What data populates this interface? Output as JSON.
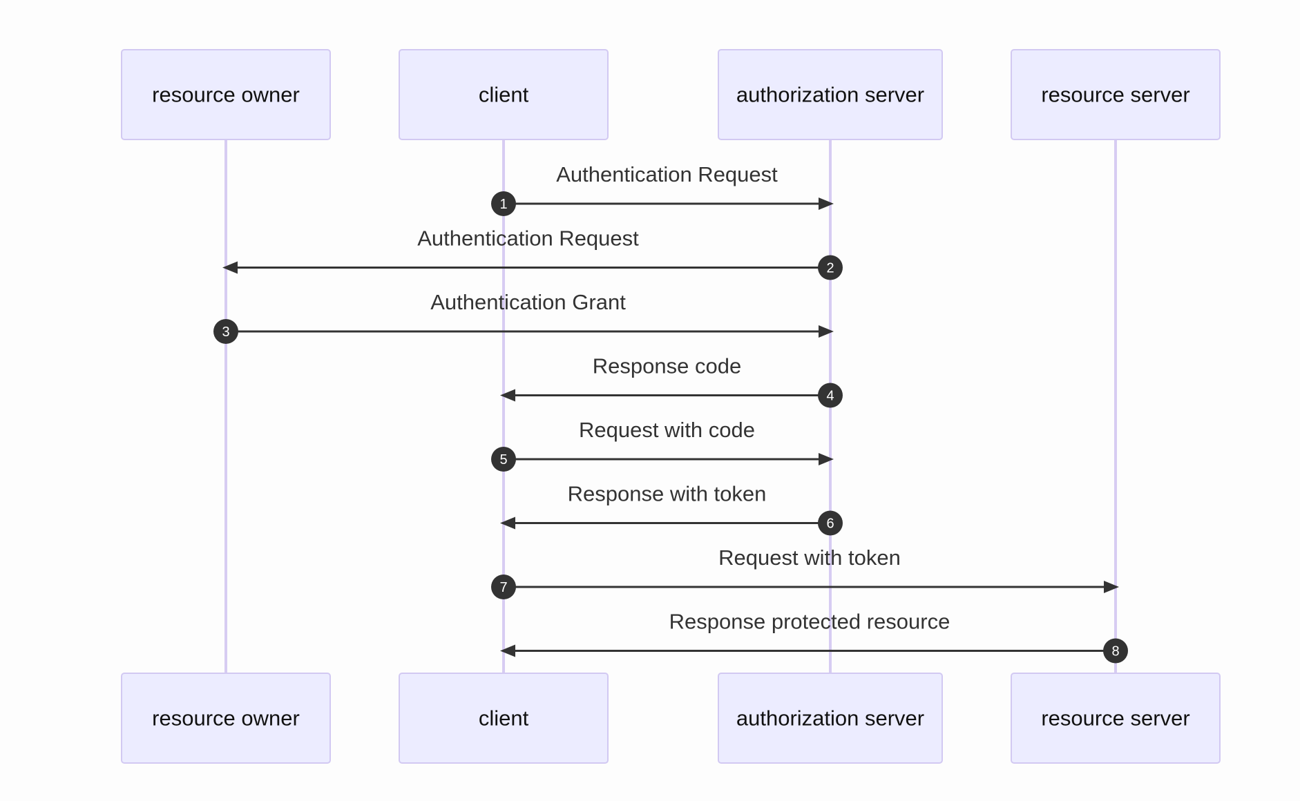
{
  "diagram": {
    "type": "sequence",
    "colors": {
      "background": "#fdfdfd",
      "actor_fill": "#ececff",
      "actor_border": "#d2c9f2",
      "lifeline": "#d7ccf2",
      "message": "#333333",
      "sequence_marker": "#333333",
      "sequence_text": "#ffffff"
    },
    "participants": [
      {
        "id": "resource-owner",
        "label": "resource owner"
      },
      {
        "id": "client",
        "label": "client"
      },
      {
        "id": "authorization-server",
        "label": "authorization server"
      },
      {
        "id": "resource-server",
        "label": "resource server"
      }
    ],
    "messages": [
      {
        "seq": "1",
        "from": "client",
        "to": "authorization-server",
        "label": "Authentication Request"
      },
      {
        "seq": "2",
        "from": "authorization-server",
        "to": "resource-owner",
        "label": "Authentication Request"
      },
      {
        "seq": "3",
        "from": "resource-owner",
        "to": "authorization-server",
        "label": "Authentication Grant"
      },
      {
        "seq": "4",
        "from": "authorization-server",
        "to": "client",
        "label": "Response code"
      },
      {
        "seq": "5",
        "from": "client",
        "to": "authorization-server",
        "label": "Request with code"
      },
      {
        "seq": "6",
        "from": "authorization-server",
        "to": "client",
        "label": "Response with token"
      },
      {
        "seq": "7",
        "from": "client",
        "to": "resource-server",
        "label": "Request with token"
      },
      {
        "seq": "8",
        "from": "resource-server",
        "to": "client",
        "label": "Response protected resource"
      }
    ]
  }
}
